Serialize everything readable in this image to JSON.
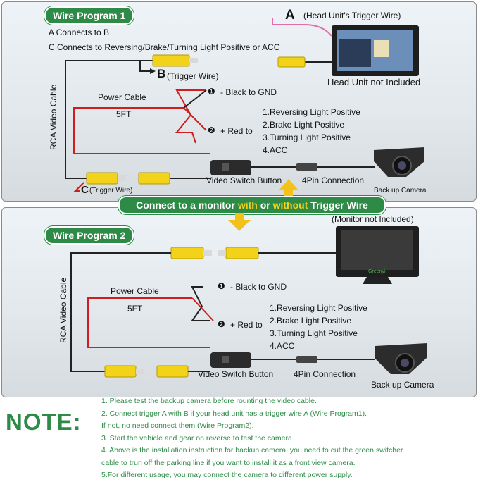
{
  "program1": {
    "banner": "Wire Program 1",
    "line_a": "A Connects to B",
    "line_c": "C Connects to Reversing/Brake/Turning Light Positive or ACC",
    "marker_a": "A",
    "head_unit_trigger": "(Head Unit's Trigger Wire)",
    "marker_b": "B",
    "trigger_wire_b": "(Trigger Wire)",
    "head_unit_note": "Head Unit not Included",
    "rca_cable": "RCA Video Cable",
    "power_cable": "Power Cable",
    "length": "5FT",
    "black": "- Black to GND",
    "red": "+ Red to",
    "targets": [
      "1.Reversing Light Positive",
      "2.Brake Light Positive",
      "3.Turning Light Positive",
      "4.ACC"
    ],
    "marker_c": "C",
    "trigger_wire_c": "(Trigger Wire)",
    "switch": "Video Switch Button",
    "pin": "4Pin Connection",
    "camera": "Back up Camera"
  },
  "middle_banner": {
    "part1": "Connect to a monitor ",
    "with": "with",
    "part2": " or ",
    "without": "without",
    "part3": " Trigger Wire"
  },
  "program2": {
    "banner": "Wire Program 2",
    "monitor_note": "(Monitor not Included)",
    "monitor_brand": "Greenyi",
    "rca_cable": "RCA Video Cable",
    "power_cable": "Power Cable",
    "length": "5FT",
    "black": "- Black to GND",
    "red": "+ Red to",
    "targets": [
      "1.Reversing Light Positive",
      "2.Brake Light Positive",
      "3.Turning Light Positive",
      "4.ACC"
    ],
    "switch": "Video Switch Button",
    "pin": "4Pin Connection",
    "camera": "Back up Camera"
  },
  "note": {
    "title": "NOTE:",
    "lines": [
      "1. Please test the backup camera before rounting the video cable.",
      "2. Connect trigger A with B if your head unit has a trigger wire A (Wire Program1).",
      "If not, no need connect them (Wire Program2).",
      "3. Start the vehicle and gear on reverse to test the camera.",
      "4. Above is the installation instruction for backup camera, you need to cut the green switcher",
      " cable to trun off the parking line if you want to install it as a front view camera.",
      "5.For different usage, you may connect the camera to different power supply."
    ]
  },
  "colors": {
    "accent_green": "#2e8b47",
    "arrow_yellow": "#f2c21b",
    "rca_yellow": "#f3d21a",
    "power_red": "#d21d1d"
  }
}
